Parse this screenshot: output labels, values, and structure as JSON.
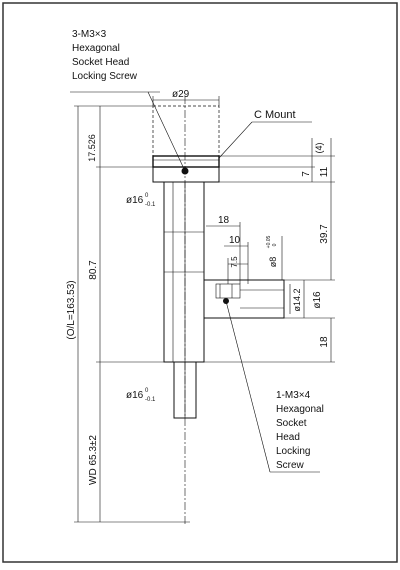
{
  "screw_note_top": {
    "lines": [
      "3-M3×3",
      "Hexagonal",
      "Socket Head",
      "Locking Screw"
    ]
  },
  "screw_note_bottom": {
    "lines": [
      "1-M3×4",
      "Hexagonal",
      "Socket",
      "Head",
      "Locking",
      "Screw"
    ]
  },
  "mount_label": "C Mount",
  "dimensions": {
    "dia_29": "ø29",
    "top_17526": "17.526",
    "paren_4": "(4)",
    "v7": "7",
    "v11": "11",
    "dia16_upper": "ø16",
    "dia16_upper_tol_top": "0",
    "dia16_upper_tol_bot": "-0.1",
    "h18": "18",
    "h10": "10",
    "h7_5": "7.5",
    "dia8": "ø8",
    "dia8_tol_top": "+0.05",
    "dia8_tol_bot": "0",
    "v39_7": "39.7",
    "v80_7": "80.7",
    "oal": "(O/L=163.53)",
    "dia14_2": "ø14.2",
    "dia16_side": "ø16",
    "v18": "18",
    "dia16_lower": "ø16",
    "dia16_lower_tol_top": "0",
    "dia16_lower_tol_bot": "-0.1",
    "wd": "WD 65.3±2"
  },
  "colors": {
    "ink": "#111111",
    "paper": "#ffffff",
    "frame": "#333333"
  }
}
